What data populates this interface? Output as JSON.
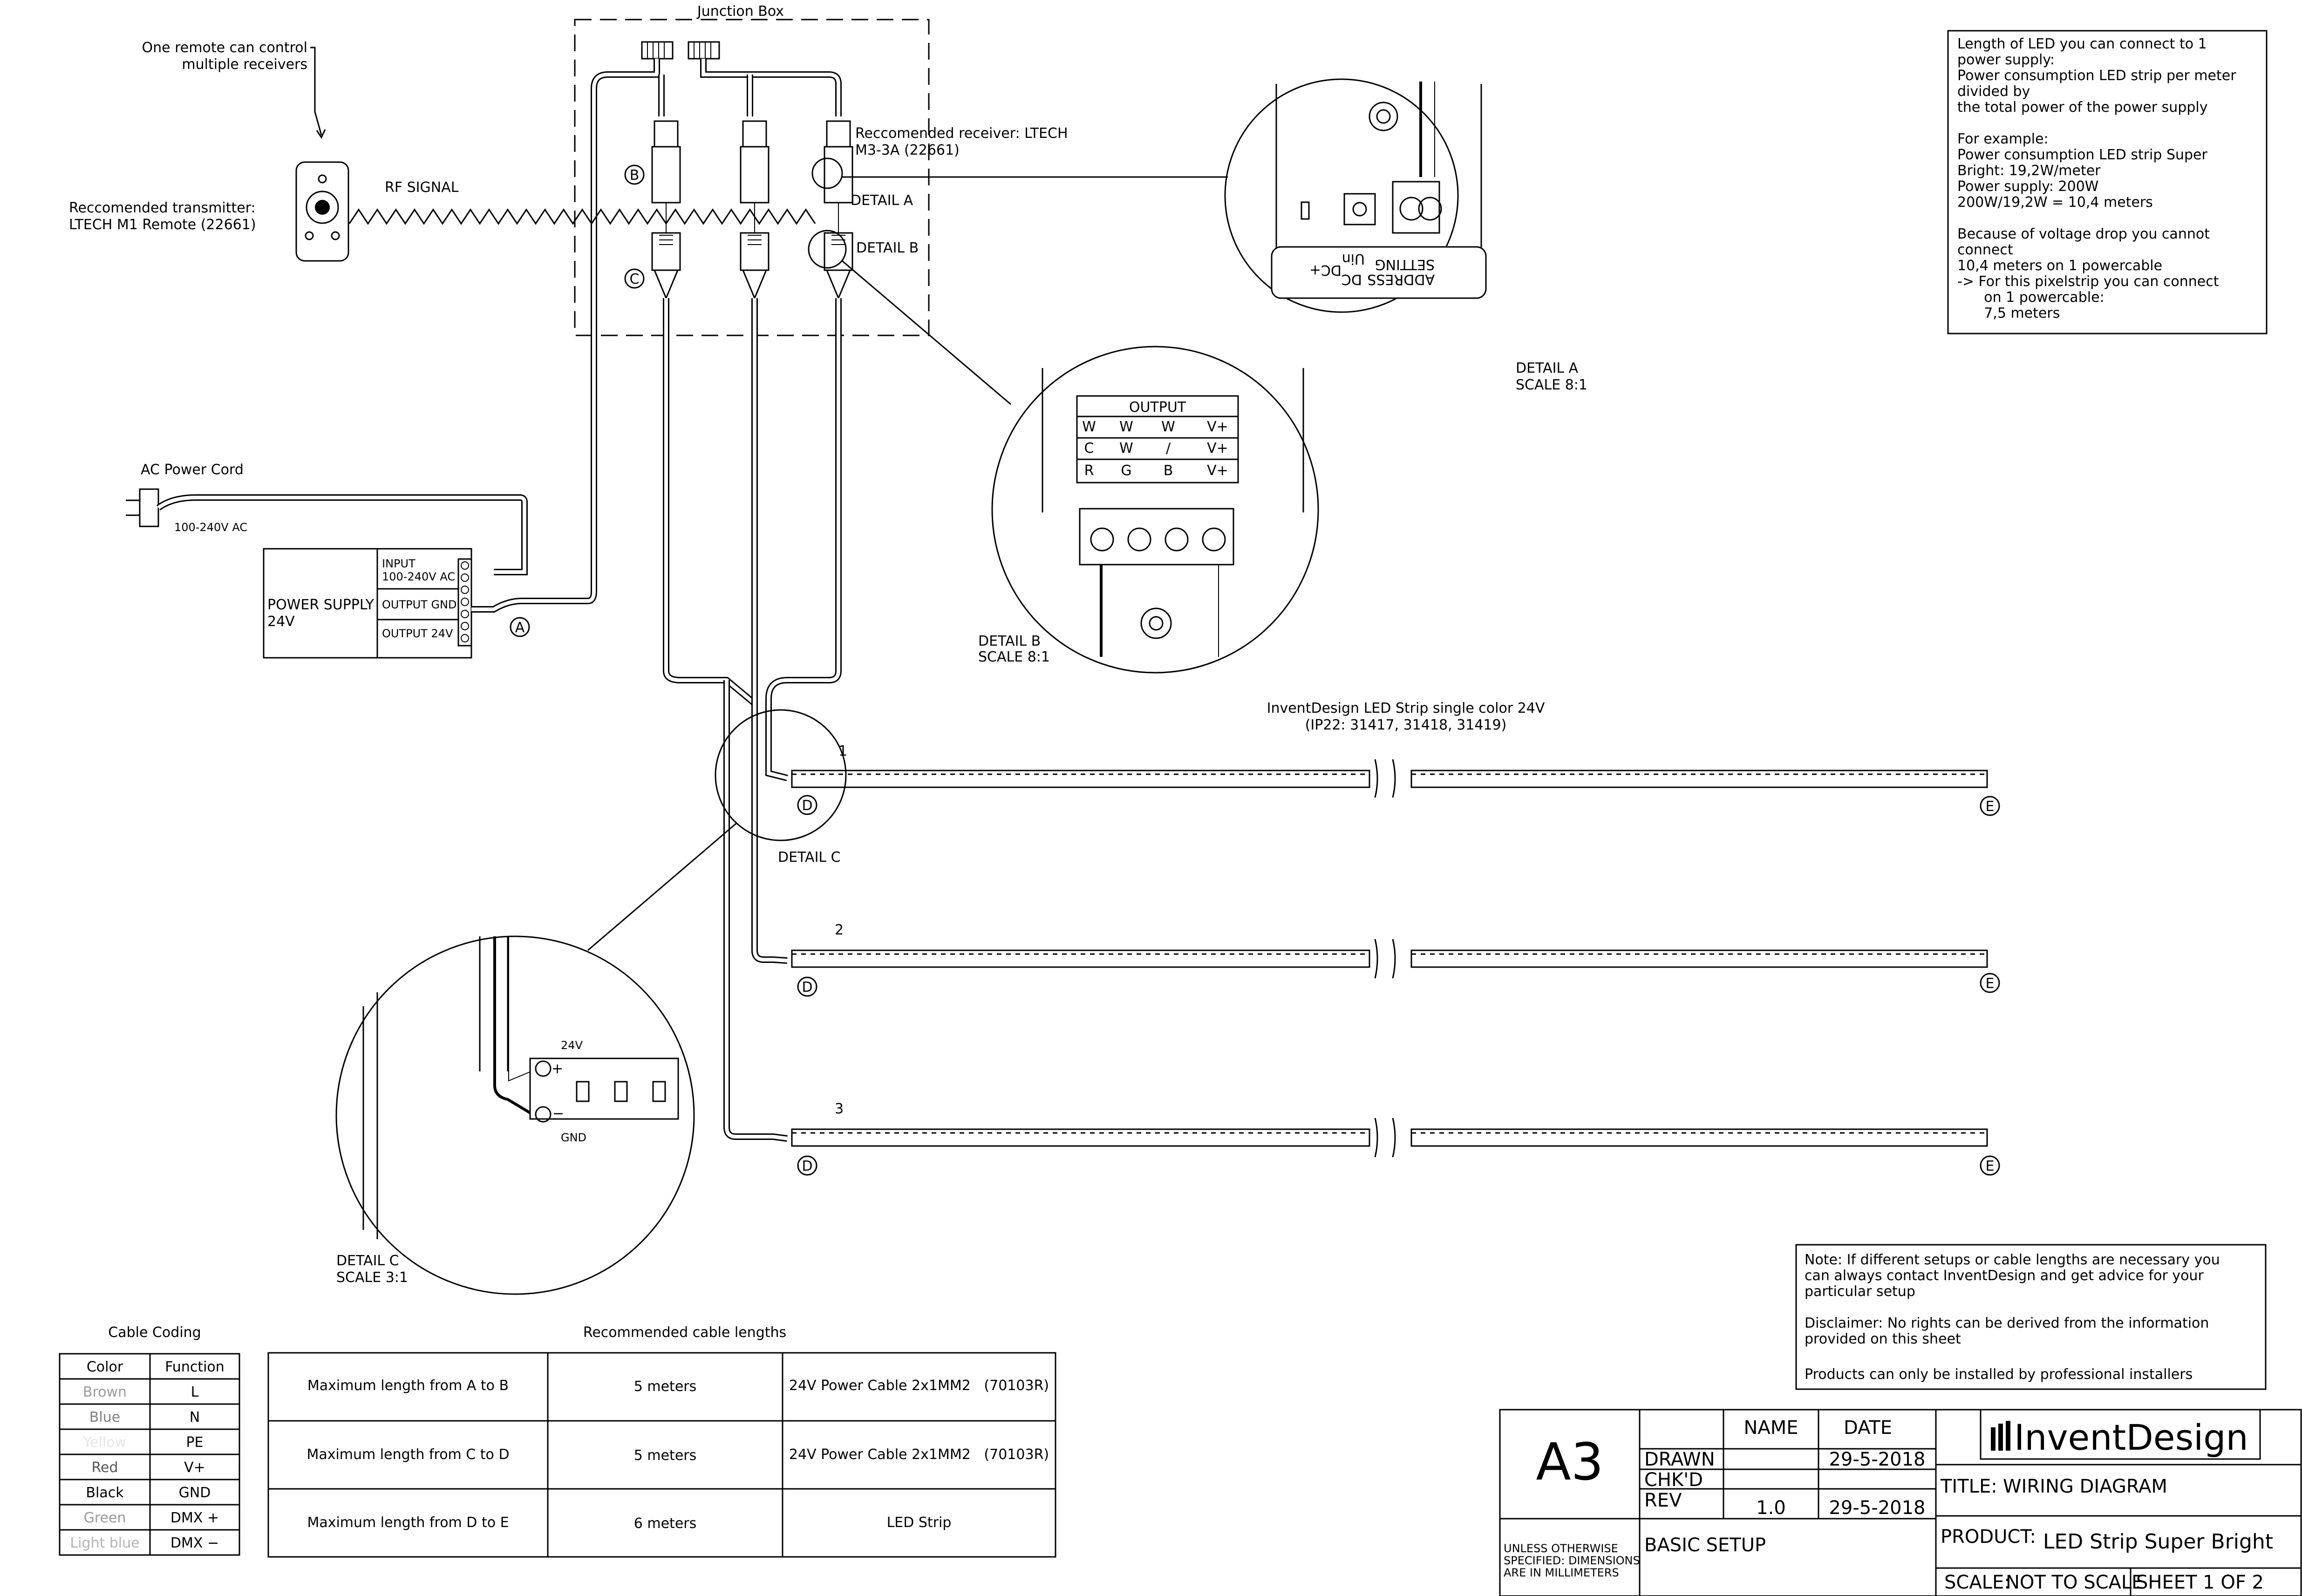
{
  "junction_box": {
    "title": "Junction Box"
  },
  "remote_note": {
    "line1": "One remote can control",
    "line2": "multiple receivers"
  },
  "transmitter": {
    "line1": "Reccomended transmitter:",
    "line2": "LTECH M1 Remote (22661)"
  },
  "rf_signal": "RF SIGNAL",
  "receiver": {
    "line1": "Reccomended receiver: LTECH",
    "line2": "M3-3A (22661)"
  },
  "markers": {
    "a": "A",
    "b": "B",
    "c": "C",
    "d": "D",
    "e": "E"
  },
  "detail_a": {
    "label": "DETAIL A",
    "title": "DETAIL A",
    "scale": "SCALE 8:1",
    "address": "ADDRESS",
    "setting": "SETTING",
    "dc": "DC",
    "dc_plus": "DC+",
    "vin": "Uin"
  },
  "detail_b": {
    "label": "DETAIL B",
    "title": "DETAIL B",
    "scale": "SCALE 8:1",
    "output_header": "OUTPUT",
    "rows": [
      [
        "W",
        "W",
        "W",
        "V+"
      ],
      [
        "C",
        "W",
        "/",
        "V+"
      ],
      [
        "R",
        "G",
        "B",
        "V+"
      ]
    ]
  },
  "detail_c": {
    "label": "DETAIL C",
    "title": "DETAIL C",
    "scale": "SCALE 3:1",
    "v24": "24V",
    "gnd": "GND",
    "plus": "+",
    "minus": "−"
  },
  "ac_power": {
    "label": "AC Power Cord",
    "voltage": "100-240V AC"
  },
  "power_supply": {
    "line1": "POWER SUPPLY",
    "line2": "24V",
    "input1": "INPUT",
    "input2": "100-240V AC",
    "out_gnd": "OUTPUT GND",
    "out_24": "OUTPUT 24V"
  },
  "led_strip": {
    "line1": "InventDesign LED Strip single color 24V",
    "line2": "(IP22: 31417, 31418, 31419)",
    "numbers": [
      "1",
      "2",
      "3"
    ]
  },
  "info_box": {
    "lines": [
      "Length of LED you can connect to 1",
      "power supply:",
      "Power consumption LED strip per meter",
      "divided by",
      "the total power of the power supply",
      "",
      "For example:",
      "Power consumption LED strip Super",
      "Bright:  19,2W/meter",
      "Power supply:  200W",
      "200W/19,2W = 10,4 meters",
      "",
      "Because of voltage drop you cannot",
      "connect",
      "10,4 meters on 1 powercable",
      "-> For this pixelstrip you can connect",
      "      on 1 powercable:",
      "      7,5 meters"
    ]
  },
  "note_box": {
    "lines": [
      "Note: If different setups or cable lengths are necessary you",
      "can always contact InventDesign and get advice for your",
      "particular setup",
      "",
      "Disclaimer: No rights can be derived from the information",
      "provided on this sheet",
      "",
      "Products can only be installed by professional installers"
    ]
  },
  "cable_coding": {
    "title": "Cable Coding",
    "headers": [
      "Color",
      "Function"
    ],
    "rows": [
      {
        "color": "Brown",
        "function": "L",
        "hex": "#9a9a9a"
      },
      {
        "color": "Blue",
        "function": "N",
        "hex": "#808080"
      },
      {
        "color": "Yellow",
        "function": "PE",
        "hex": "#e6e6e6"
      },
      {
        "color": "Red",
        "function": "V+",
        "hex": "#555555"
      },
      {
        "color": "Black",
        "function": "GND",
        "hex": "#000000"
      },
      {
        "color": "Green",
        "function": "DMX +",
        "hex": "#9a9a9a"
      },
      {
        "color": "Light blue",
        "function": "DMX −",
        "hex": "#b3b3b3"
      }
    ]
  },
  "cable_lengths": {
    "title": "Recommended cable lengths",
    "rows": [
      {
        "desc": "Maximum length from A to B",
        "length": "5 meters",
        "cable": "24V Power Cable 2x1MM2   (70103R)"
      },
      {
        "desc": "Maximum length from C to D",
        "length": "5 meters",
        "cable": "24V Power Cable 2x1MM2   (70103R)"
      },
      {
        "desc": "Maximum length from D to E",
        "length": "6 meters",
        "cable": "LED Strip"
      }
    ]
  },
  "title_block": {
    "size": "A3",
    "name_header": "NAME",
    "date_header": "DATE",
    "drawn": "DRAWN",
    "drawn_date": "29-5-2018",
    "chkd": "CHK'D",
    "rev": "REV",
    "rev_name": "1.0",
    "rev_date": "29-5-2018",
    "units1": "UNLESS OTHERWISE",
    "units2": "SPECIFIED: DIMENSIONS",
    "units3": "ARE IN MILLIMETERS",
    "setup": "BASIC SETUP",
    "logo": "InventDesign",
    "title_label": "TITLE:",
    "title": "WIRING DIAGRAM",
    "product_label": "PRODUCT:",
    "product": "LED Strip Super Bright",
    "scale_label": "SCALE:",
    "scale": "NOT TO SCALE",
    "sheet": "SHEET 1 OF 2"
  }
}
